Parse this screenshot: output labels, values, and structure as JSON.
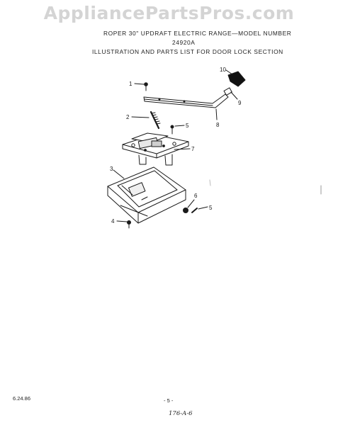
{
  "watermark": "AppliancePartsPros.com",
  "header": {
    "line1": "ROPER 30\" UPDRAFT ELECTRIC RANGE—MODEL NUMBER",
    "line2": "24920A",
    "line3": "ILLUSTRATION AND PARTS LIST FOR DOOR LOCK SECTION"
  },
  "callouts": {
    "c1": "1",
    "c2": "2",
    "c3": "3",
    "c4": "4",
    "c5a": "5",
    "c5b": "5",
    "c6": "6",
    "c7": "7",
    "c8": "8",
    "c9": "9",
    "c10": "10"
  },
  "footer": {
    "date": "6.24.86",
    "page": "- 5 -",
    "handwritten": "176-A-6"
  }
}
